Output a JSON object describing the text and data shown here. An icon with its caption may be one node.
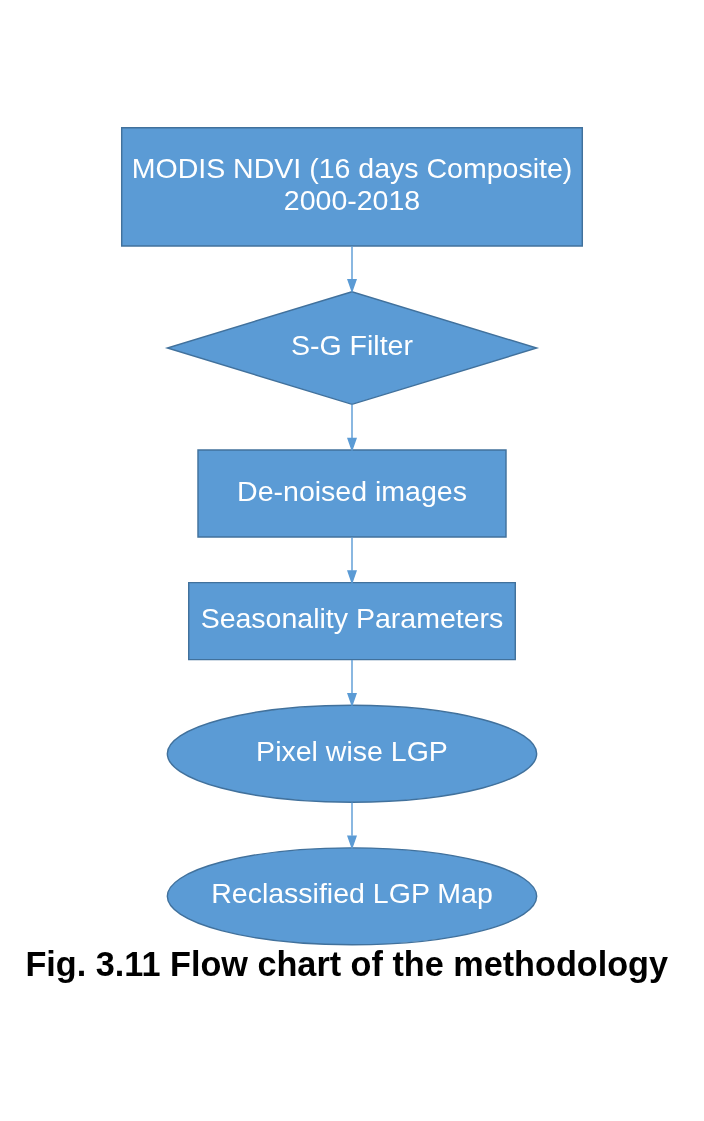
{
  "diagram": {
    "caption": "Fig. 3.11 Flow chart of the methodology",
    "nodes": [
      {
        "text": [
          "MODIS NDVI (16 days Composite)",
          "2000-2018"
        ]
      },
      {
        "text": [
          "S-G Filter"
        ]
      },
      {
        "text": [
          "De-noised images"
        ]
      },
      {
        "text": [
          "Seasonality Parameters"
        ]
      },
      {
        "text": [
          "Pixel wise LGP"
        ]
      },
      {
        "text": [
          "Reclassified LGP Map"
        ]
      }
    ],
    "edges": [
      {
        "from": 0,
        "to": 1,
        "arrow": "to"
      },
      {
        "from": 1,
        "to": 2,
        "arrow": "to"
      },
      {
        "from": 2,
        "to": 3,
        "arrow": "to"
      },
      {
        "from": 3,
        "to": 4,
        "arrow": "to"
      },
      {
        "from": 4,
        "to": 5,
        "arrow": "to"
      }
    ]
  }
}
